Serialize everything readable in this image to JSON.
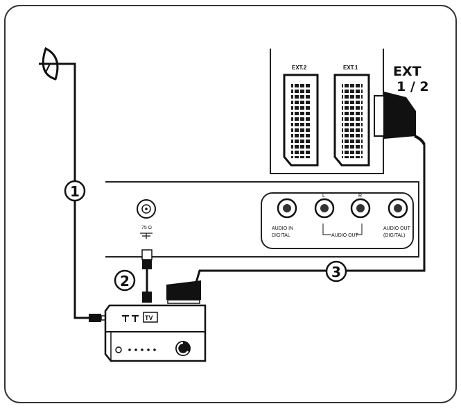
{
  "ext_panel": {
    "ext2_label": "EXT.2",
    "ext1_label": "EXT.1",
    "ext_title_line1": "EXT",
    "ext_title_line2": "1 / 2"
  },
  "antenna_input": {
    "impedance_label": "75 Ω"
  },
  "audio_panel": {
    "left_label": "L",
    "right_label": "R",
    "audio_in_line1": "AUDIO IN",
    "audio_in_line2": "DIGITAL",
    "audio_out_label": "AUDIO OUT",
    "audio_out_digital_line1": "AUDIO OUT",
    "audio_out_digital_line2": "(DIGITAL)"
  },
  "device": {
    "tv_label": "TV"
  },
  "steps": {
    "step1": "1",
    "step2": "2",
    "step3": "3"
  },
  "icons": [
    "satellite-dish-icon",
    "antenna-terminal-icon",
    "scart-plug-icon",
    "rf-plug-icon"
  ]
}
